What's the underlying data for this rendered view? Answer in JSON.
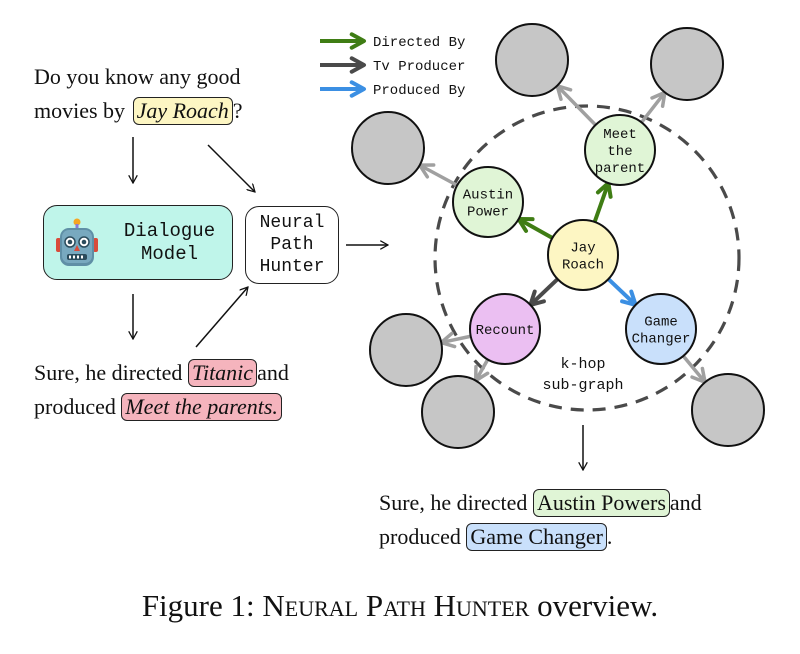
{
  "colors": {
    "directed_by": "#3f7d14",
    "tv_producer": "#4a4a4a",
    "produced_by": "#3b8fe3",
    "neighbor_edge": "#a0a0a0",
    "dialogue_box_fill": "#bff5ea",
    "query_highlight": "#fdf6c3",
    "wrong_highlight": "#f5b4bd",
    "green_highlight": "#e0f5d6",
    "blue_highlight": "#c9e0fb",
    "gray_node": "#c6c6c6",
    "subgraph_dash": "#4a4a4a"
  },
  "question": {
    "line1": "Do you know any good",
    "line2_prefix": "movies by",
    "entity": "Jay Roach",
    "line2_suffix": "?"
  },
  "dialogue_model": {
    "icon": "robot-icon",
    "line1": "Dialogue",
    "line2": "Model"
  },
  "neural_path_hunter": {
    "line1": "Neural",
    "line2": "Path",
    "line3": "Hunter"
  },
  "hallucinated_response": {
    "line1_prefix": "Sure, he directed",
    "entity1": "Titanic",
    "line1_suffix": "and",
    "line2_prefix": "produced",
    "entity2": "Meet the parents."
  },
  "corrected_response": {
    "line1_prefix": "Sure, he directed",
    "entity1": "Austin Powers",
    "line1_suffix": "and",
    "line2_prefix": "produced",
    "entity2": "Game Changer",
    "line2_suffix": "."
  },
  "legend": [
    {
      "label": "Directed By",
      "relation": "directed_by"
    },
    {
      "label": "Tv Producer",
      "relation": "tv_producer"
    },
    {
      "label": "Produced By",
      "relation": "produced_by"
    }
  ],
  "graph": {
    "subgraph_label_line1": "k-hop",
    "subgraph_label_line2": "sub-graph",
    "nodes": [
      {
        "id": "jay",
        "lines": [
          "Jay",
          "Roach"
        ],
        "fill": "#fdf6c3"
      },
      {
        "id": "austin",
        "lines": [
          "Austin",
          "Power"
        ],
        "fill": "#e0f5d6"
      },
      {
        "id": "meet",
        "lines": [
          "Meet",
          "the",
          "parent"
        ],
        "fill": "#e0f5d6"
      },
      {
        "id": "recount",
        "lines": [
          "Recount"
        ],
        "fill": "#ebbff2"
      },
      {
        "id": "game",
        "lines": [
          "Game",
          "Changer"
        ],
        "fill": "#c9e0fb"
      },
      {
        "id": "g1",
        "lines": [],
        "fill": "#c6c6c6"
      },
      {
        "id": "g2",
        "lines": [],
        "fill": "#c6c6c6"
      },
      {
        "id": "g3",
        "lines": [],
        "fill": "#c6c6c6"
      },
      {
        "id": "g4",
        "lines": [],
        "fill": "#c6c6c6"
      },
      {
        "id": "g5",
        "lines": [],
        "fill": "#c6c6c6"
      },
      {
        "id": "g6",
        "lines": [],
        "fill": "#c6c6c6"
      }
    ],
    "edges": [
      {
        "from": "jay",
        "to": "austin",
        "relation": "directed_by"
      },
      {
        "from": "jay",
        "to": "meet",
        "relation": "directed_by"
      },
      {
        "from": "jay",
        "to": "recount",
        "relation": "tv_producer"
      },
      {
        "from": "jay",
        "to": "game",
        "relation": "produced_by"
      },
      {
        "from": "austin",
        "to": "g1",
        "relation": "neighbor"
      },
      {
        "from": "meet",
        "to": "g2",
        "relation": "neighbor"
      },
      {
        "from": "meet",
        "to": "g3",
        "relation": "neighbor"
      },
      {
        "from": "recount",
        "to": "g4",
        "relation": "neighbor"
      },
      {
        "from": "recount",
        "to": "g5",
        "relation": "neighbor"
      },
      {
        "from": "game",
        "to": "g6",
        "relation": "neighbor"
      }
    ]
  },
  "caption": {
    "prefix": "Figure 1: ",
    "name": "Neural Path Hunter",
    "suffix": " overview."
  }
}
